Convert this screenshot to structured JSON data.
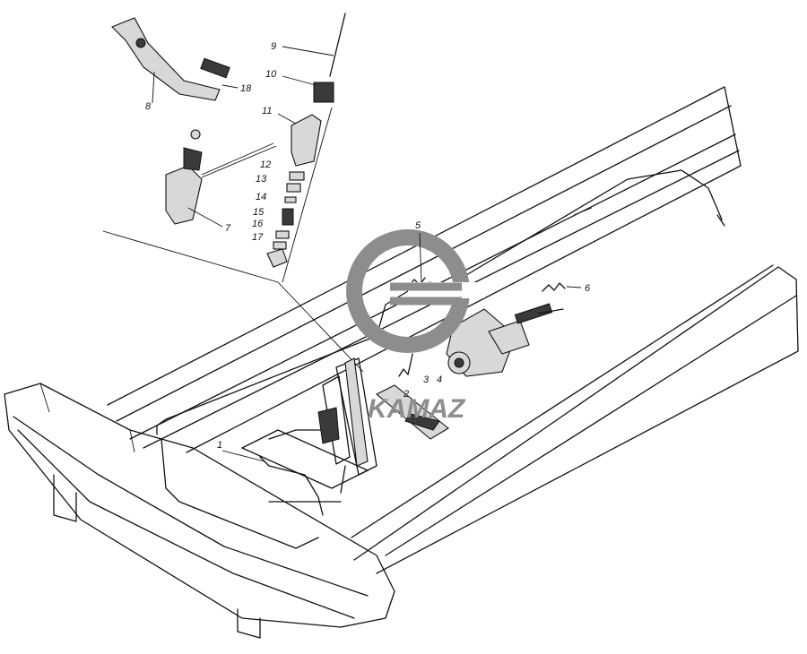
{
  "diagram": {
    "part_numbers": [
      "1",
      "2",
      "3",
      "4",
      "5",
      "6",
      "7",
      "8",
      "9",
      "10",
      "11",
      "12",
      "13",
      "14",
      "15",
      "16",
      "17",
      "18"
    ],
    "watermark_text": "KAMAZ",
    "colors": {
      "line": "#111111",
      "watermark": "#8d8d8d",
      "background": "#ffffff"
    }
  }
}
